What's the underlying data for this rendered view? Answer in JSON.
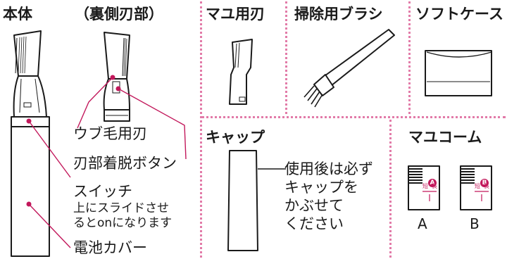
{
  "titles": {
    "main_body": "本体",
    "back_blade": "（裏側刃部）",
    "brow_blade": "マユ用刃",
    "cleaning_brush": "掃除用ブラシ",
    "soft_case": "ソフトケース",
    "cap": "キャップ",
    "brow_comb": "マユコーム"
  },
  "callouts": {
    "fine_hair_blade": "ウブ毛用刃",
    "blade_release_button": "刃部着脱ボタン",
    "switch_line1": "スイッチ",
    "switch_line2": "上にスライドさせ",
    "switch_line3": "るとonになります",
    "battery_cover": "電池カバー"
  },
  "cap_note": [
    "使用後は必ず",
    "キャップを",
    "かぶせて",
    "ください"
  ],
  "combs": [
    {
      "label": "A",
      "badge": "A",
      "marks": [
        "短",
        "長"
      ]
    },
    {
      "label": "B",
      "badge": "B",
      "marks": [
        "短",
        "長"
      ]
    }
  ],
  "colors": {
    "accent": "#c2185b",
    "divider": "#e27ba8",
    "ink": "#1a1a1a"
  }
}
